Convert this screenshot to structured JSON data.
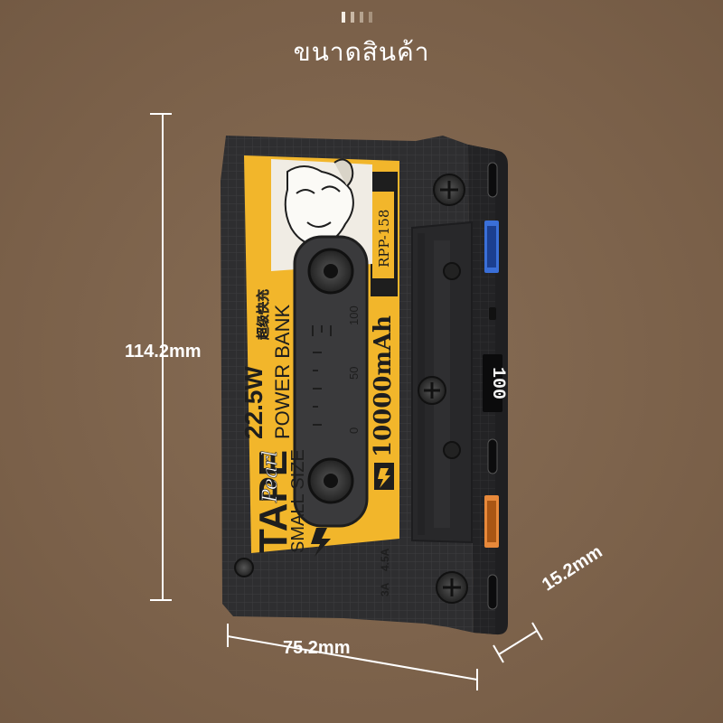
{
  "header": {
    "title": "ขนาดสินค้า"
  },
  "dimensions": {
    "height": "114.2mm",
    "width": "75.2mm",
    "depth": "15.2mm"
  },
  "label": {
    "brand_line1": "TAPE",
    "brand_line2": "SMALL SIZE",
    "script": "Pearl",
    "power": "22.5W",
    "power_cn": "超级快充",
    "power_bank": "POWER BANK",
    "capacity": "10000mAh",
    "model": "RPP-158",
    "scale_100": "100",
    "scale_50": "50",
    "scale_0": "0",
    "out_3a": "3A",
    "out_45a": "4.5A"
  },
  "display": {
    "readout": "100"
  },
  "colors": {
    "background": "#806750",
    "body": "#2b2b2d",
    "label_yellow": "#f2b62b",
    "text_white": "#ffffff"
  }
}
